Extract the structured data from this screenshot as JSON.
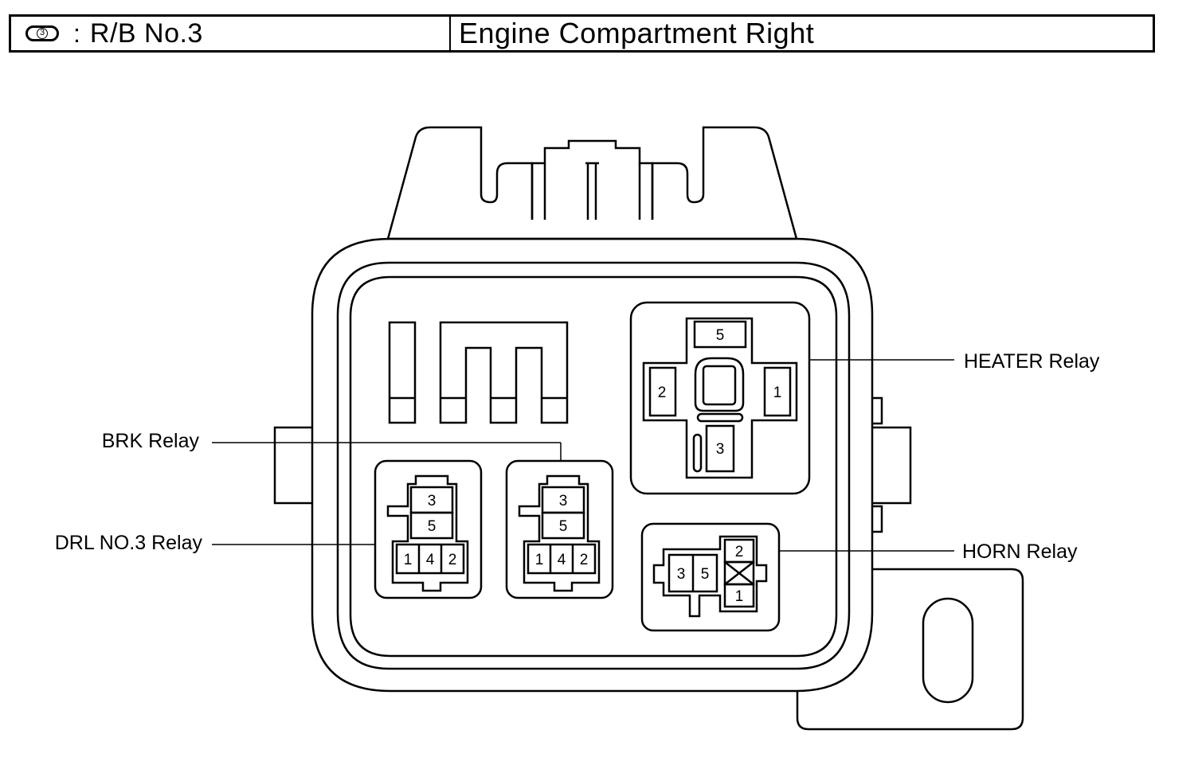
{
  "header": {
    "badge_number": "3",
    "separator": ":",
    "code": "R/B No.3",
    "location": "Engine Compartment Right"
  },
  "labels": {
    "heater": "HEATER Relay",
    "brk": "BRK Relay",
    "drl": "DRL NO.3 Relay",
    "horn": "HORN Relay"
  },
  "heater_relay": {
    "pin_top": "5",
    "pin_left": "2",
    "pin_right": "1",
    "pin_bottom": "3"
  },
  "drl_relay": {
    "pin_top": "3",
    "pin_mid": "5",
    "pin_b1": "1",
    "pin_b2": "4",
    "pin_b3": "2"
  },
  "brk_relay": {
    "pin_top": "3",
    "pin_mid": "5",
    "pin_b1": "1",
    "pin_b2": "4",
    "pin_b3": "2"
  },
  "horn_relay": {
    "pin_l1": "3",
    "pin_l2": "5",
    "pin_top": "2",
    "pin_bottom": "1"
  }
}
